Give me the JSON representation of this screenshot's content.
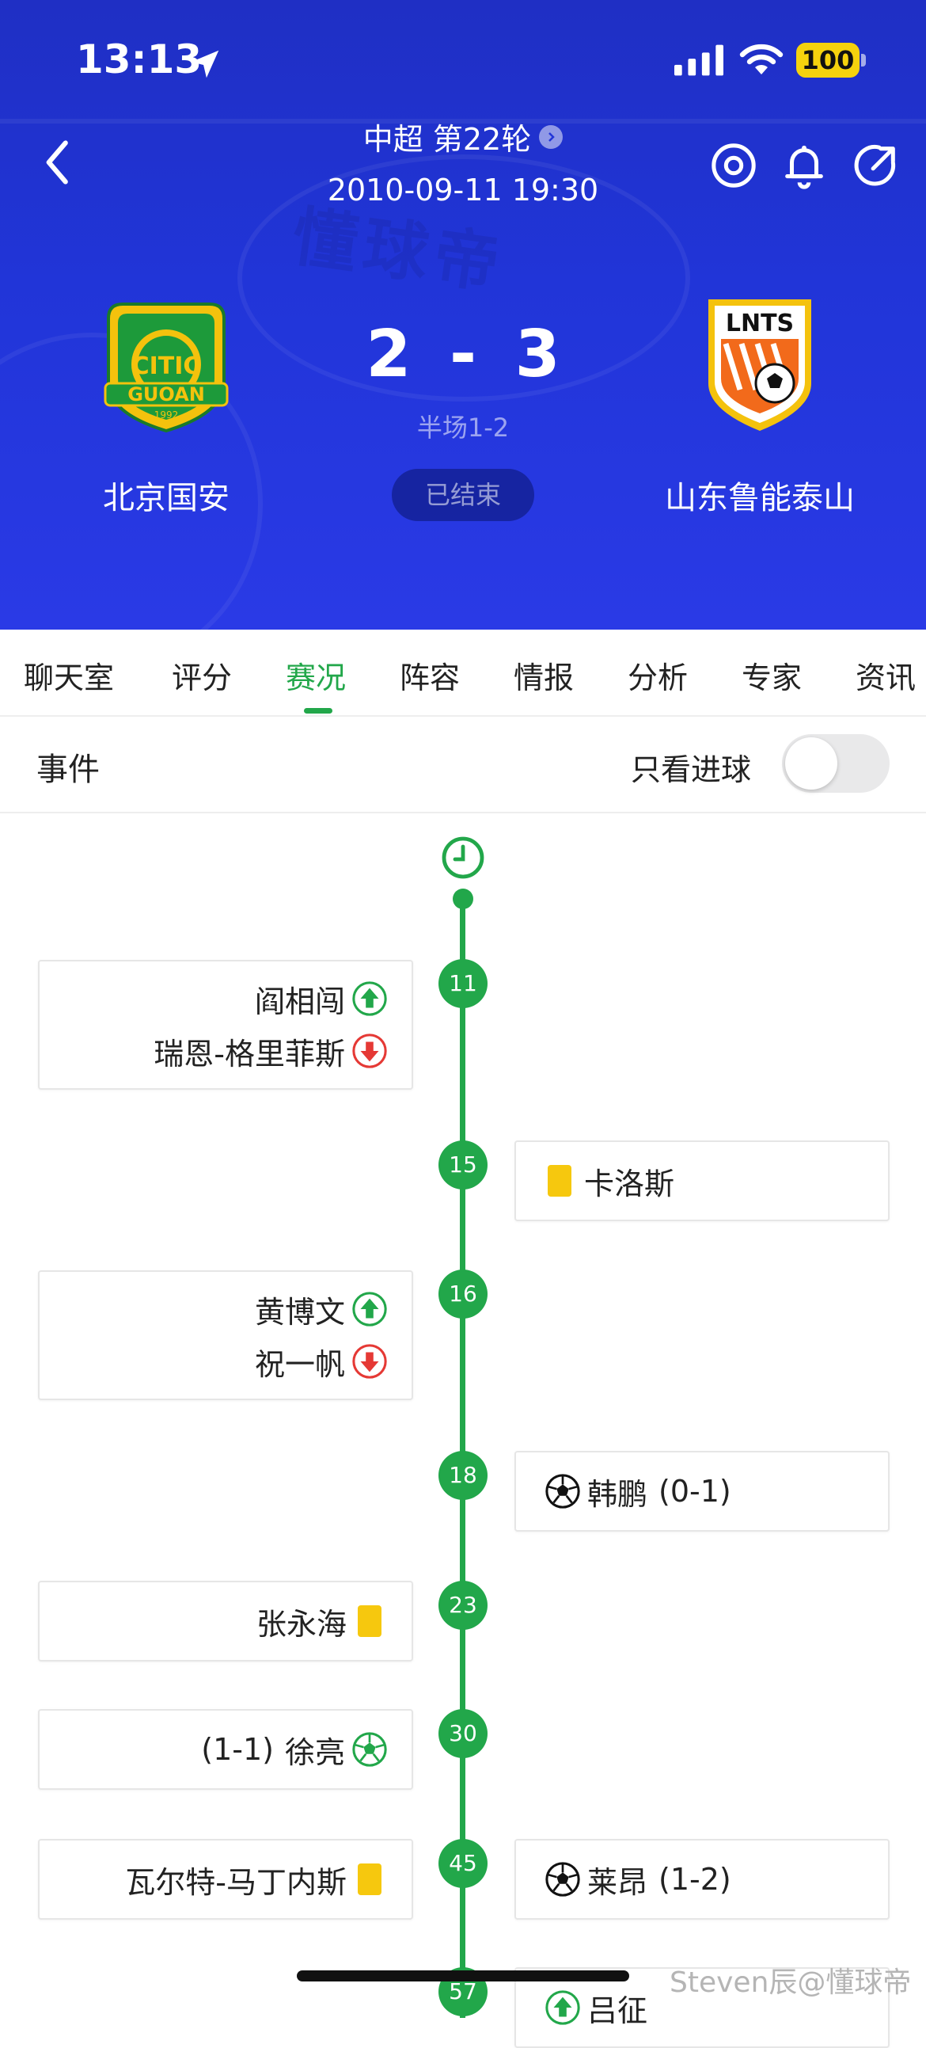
{
  "status_bar": {
    "time": "13:13",
    "battery": "100"
  },
  "header": {
    "round": "中超 第22轮",
    "date": "2010-09-11 19:30",
    "watermark": "懂球帝",
    "home_team": {
      "name": "北京国安",
      "logo_text": "GUOAN",
      "logo_year": "1992"
    },
    "away_team": {
      "name": "山东鲁能泰山",
      "logo_text": "LNTS"
    },
    "score_home": "2",
    "score_sep": "-",
    "score_away": "3",
    "halftime": "半场1-2",
    "status": "已结束"
  },
  "tabs": [
    {
      "label": "聊天室"
    },
    {
      "label": "评分"
    },
    {
      "label": "赛况"
    },
    {
      "label": "阵容"
    },
    {
      "label": "情报"
    },
    {
      "label": "分析"
    },
    {
      "label": "专家"
    },
    {
      "label": "资讯"
    }
  ],
  "active_tab": "赛况",
  "events_header": {
    "title": "事件",
    "goals_only_label": "只看进球",
    "goals_only": false
  },
  "events": [
    {
      "minute": "11",
      "side": "home",
      "type": "substitution",
      "player_in": "阎相闯",
      "player_out": "瑞恩-格里菲斯"
    },
    {
      "minute": "15",
      "side": "away",
      "type": "yellow_card",
      "player": "卡洛斯"
    },
    {
      "minute": "16",
      "side": "home",
      "type": "substitution",
      "player_in": "黄博文",
      "player_out": "祝一帆"
    },
    {
      "minute": "18",
      "side": "away",
      "type": "goal",
      "player": "韩鹏",
      "score": "(0-1)"
    },
    {
      "minute": "23",
      "side": "home",
      "type": "yellow_card",
      "player": "张永海"
    },
    {
      "minute": "30",
      "side": "home",
      "type": "goal",
      "player": "徐亮",
      "score": "(1-1)"
    },
    {
      "minute": "45",
      "side": "home",
      "type": "yellow_card",
      "player": "瓦尔特-马丁内斯"
    },
    {
      "minute": "45",
      "side": "away",
      "type": "goal",
      "player": "莱昂",
      "score": "(1-2)"
    },
    {
      "minute": "57",
      "side": "away",
      "type": "substitution",
      "player_in": "吕征"
    }
  ],
  "credit": "Steven辰@懂球帝",
  "colors": {
    "header_blue": "#2135d8",
    "accent_green": "#22a74a",
    "yellow_card": "#f6c80e",
    "sub_out_red": "#e53935"
  }
}
